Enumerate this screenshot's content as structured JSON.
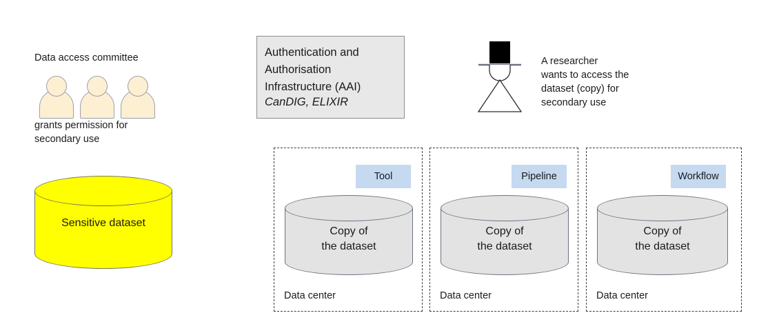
{
  "committee": {
    "title": "Data access committee",
    "caption": "grants permission for\nsecondary use",
    "person_count": 3,
    "fill_color": "#FDEFD1",
    "stroke_color": "#9AA0AA"
  },
  "sensitive_dataset": {
    "label": "Sensitive dataset",
    "fill_color": "#FFFF00",
    "stroke_color": "#7A7A55"
  },
  "aai": {
    "title": "Authentication and\nAuthorisation\nInfrastructure (AAI)",
    "subtitle": "CanDIG, ELIXIR",
    "fill_color": "#E8E8E8",
    "stroke_color": "#8C8C8C"
  },
  "researcher": {
    "caption": "A researcher\nwants to access the\ndataset (copy) for\nsecondary use",
    "icon": "researcher-figure-icon",
    "hat_color": "#000000"
  },
  "data_centers": [
    {
      "tag": "Tool",
      "cylinder_label": "Copy of\nthe dataset",
      "footer": "Data center"
    },
    {
      "tag": "Pipeline",
      "cylinder_label": "Copy of\nthe dataset",
      "footer": "Data center"
    },
    {
      "tag": "Workflow",
      "cylinder_label": "Copy of\nthe dataset",
      "footer": "Data center"
    }
  ],
  "colors": {
    "tag_fill": "#C5D9F1",
    "cylinder_fill": "#E3E3E3",
    "cylinder_stroke": "#6B7280",
    "dashed_border": "#3A3A3A"
  }
}
